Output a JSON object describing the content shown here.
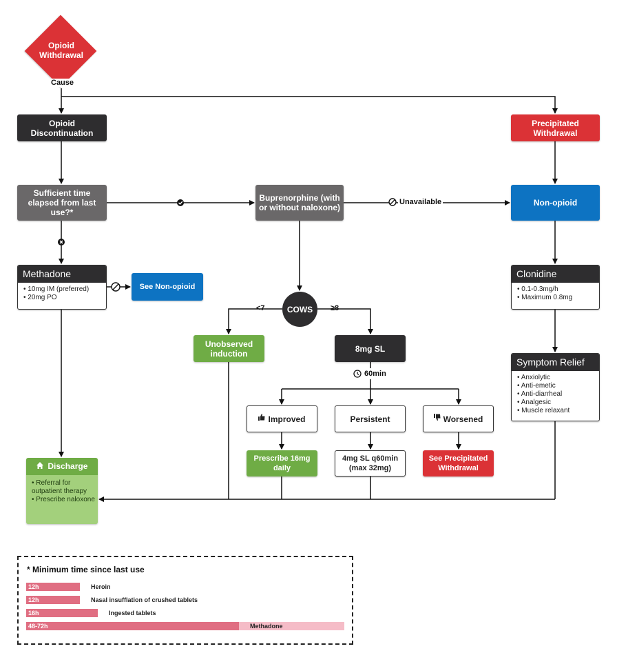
{
  "start": {
    "label": "Opioid Withdrawal"
  },
  "cause_label": "Cause",
  "nodes": {
    "opioid_discontinuation": "Opioid Discontinuation",
    "precipitated_withdrawal": "Precipitated Withdrawal",
    "sufficient_time": "Sufficient time elapsed from last use?*",
    "buprenorphine": "Buprenorphine (with or without naloxone)",
    "non_opioid": "Non-opioid",
    "see_non_opioid": "See Non-opioid",
    "cows": "COWS",
    "unobserved_induction": "Unobserved induction",
    "dose_8mg": "8mg SL",
    "improved": "Improved",
    "persistent": "Persistent",
    "worsened": "Worsened",
    "prescribe": "Prescribe 16mg daily",
    "sl_4mg": "4mg SL q60min (max 32mg)",
    "see_precipitated": "See Precipitated Withdrawal"
  },
  "cards": {
    "methadone": {
      "title": "Methadone",
      "items": [
        "10mg IM (preferred)",
        "20mg PO"
      ]
    },
    "clonidine": {
      "title": "Clonidine",
      "items": [
        "0.1-0.3mg/h",
        "Maximum 0.8mg"
      ]
    },
    "symptom_relief": {
      "title": "Symptom Relief",
      "items": [
        "Anxiolytic",
        "Anti-emetic",
        "Anti-diarrheal",
        "Analgesic",
        "Muscle relaxant"
      ]
    },
    "discharge": {
      "title": "Discharge",
      "items": [
        "Referral for outpatient therapy",
        "Prescribe naloxone"
      ]
    }
  },
  "edge_labels": {
    "unavailable": "Unavailable",
    "lt7": "<7",
    "ge8": "≥8",
    "time_60": "60min"
  },
  "legend": {
    "title": "* Minimum time since last use",
    "rows": [
      {
        "duration": "12h",
        "label": "Heroin"
      },
      {
        "duration": "12h",
        "label": "Nasal insufflation of crushed tablets"
      },
      {
        "duration": "16h",
        "label": "Ingested tablets"
      },
      {
        "duration": "48-72h",
        "label": "Methadone"
      }
    ]
  },
  "colors": {
    "dark": "#2e2d2f",
    "gray": "#6a6869",
    "red": "#db3236",
    "blue": "#0d73c2",
    "green": "#6fac45",
    "bar": "#e06e82"
  },
  "icons": [
    "check-icon",
    "x-circle-icon",
    "no-entry-icon",
    "clock-icon",
    "thumbs-up-icon",
    "thumbs-down-icon",
    "home-icon"
  ]
}
